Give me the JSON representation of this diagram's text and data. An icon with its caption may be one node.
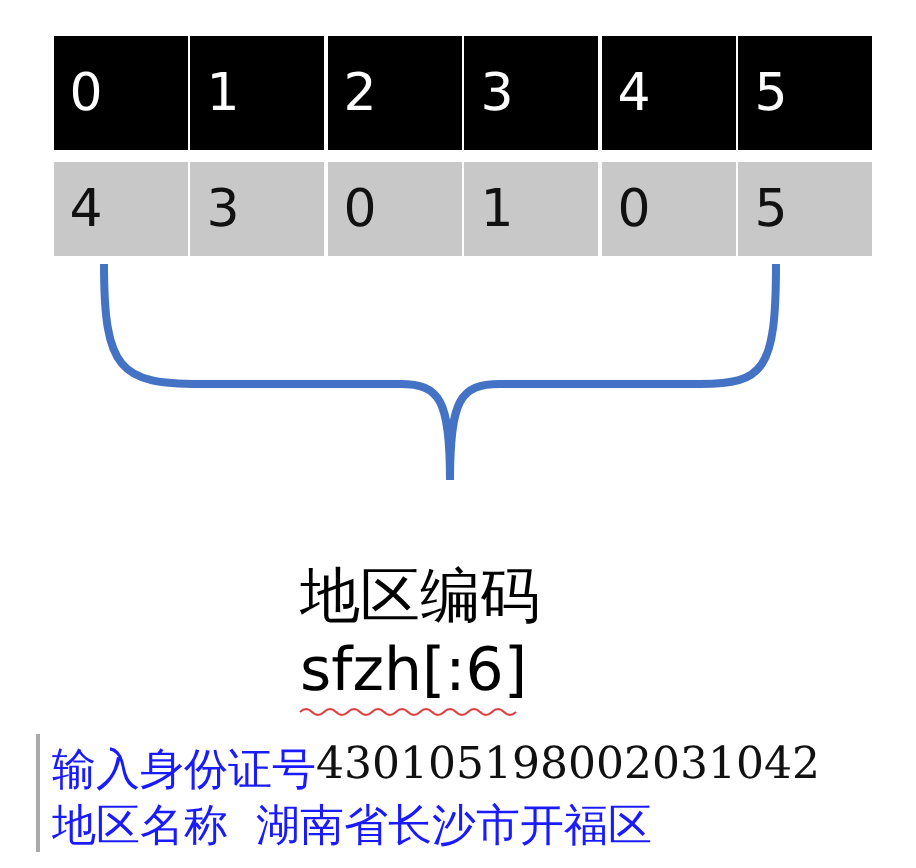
{
  "diagram": {
    "nodes": [
      {
        "text": [
          "0"
        ]
      },
      {
        "text": [
          "1"
        ]
      },
      {
        "text": [
          "2"
        ]
      },
      {
        "text": [
          "3"
        ]
      },
      {
        "text": [
          "4"
        ]
      },
      {
        "text": [
          "5"
        ]
      },
      {
        "text": [
          "4"
        ]
      },
      {
        "text": [
          "3"
        ]
      },
      {
        "text": [
          "0"
        ]
      },
      {
        "text": [
          "1"
        ]
      },
      {
        "text": [
          "0"
        ]
      },
      {
        "text": [
          "5"
        ]
      }
    ],
    "labels": [
      "地区编码",
      "sfzh[:6]",
      "输入身份证号",
      "430105198002031042",
      "地区名称  湖南省长沙市开福区"
    ]
  }
}
